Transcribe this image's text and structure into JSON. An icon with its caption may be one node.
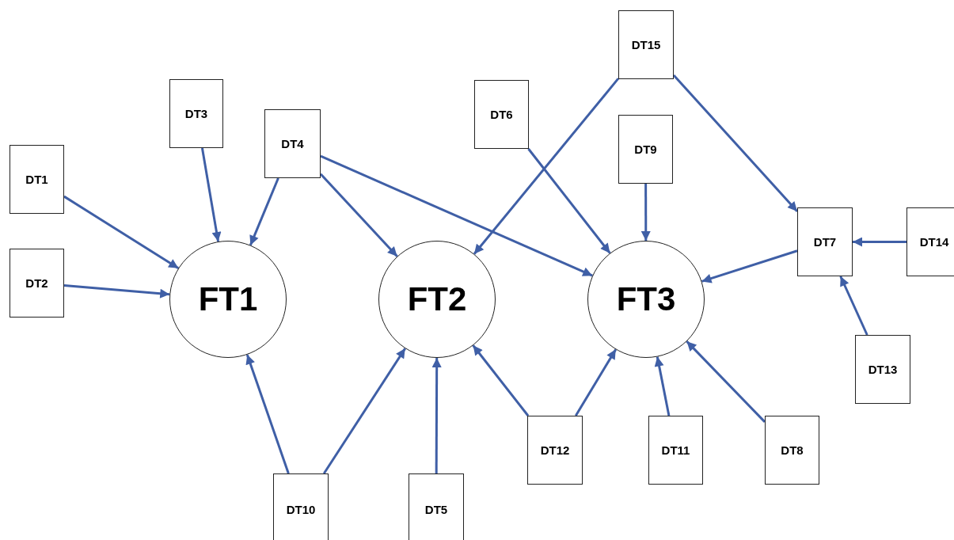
{
  "diagram": {
    "nodes": [
      {
        "text": [
          "FT1"
        ]
      },
      {
        "text": [
          "FT2"
        ]
      },
      {
        "text": [
          "FT3"
        ]
      },
      {
        "text": [
          "DT1"
        ]
      },
      {
        "text": [
          "DT2"
        ]
      },
      {
        "text": [
          "DT3"
        ]
      },
      {
        "text": [
          "DT4"
        ]
      },
      {
        "text": [
          "DT5"
        ]
      },
      {
        "text": [
          "DT6"
        ]
      },
      {
        "text": [
          "DT7"
        ]
      },
      {
        "text": [
          "DT8"
        ]
      },
      {
        "text": [
          "DT9"
        ]
      },
      {
        "text": [
          "DT10"
        ]
      },
      {
        "text": [
          "DT11"
        ]
      },
      {
        "text": [
          "DT12"
        ]
      },
      {
        "text": [
          "DT13"
        ]
      },
      {
        "text": [
          "DT14"
        ]
      },
      {
        "text": [
          "DT15"
        ]
      }
    ],
    "edges": [
      {
        "from": 3,
        "to": 0,
        "arrow": "to"
      },
      {
        "from": 4,
        "to": 0,
        "arrow": "to"
      },
      {
        "from": 5,
        "to": 0,
        "arrow": "to"
      },
      {
        "from": 6,
        "to": 0,
        "arrow": "to"
      },
      {
        "from": 6,
        "to": 1,
        "arrow": "to"
      },
      {
        "from": 6,
        "to": 2,
        "arrow": "to"
      },
      {
        "from": 12,
        "to": 0,
        "arrow": "to"
      },
      {
        "from": 12,
        "to": 1,
        "arrow": "to"
      },
      {
        "from": 7,
        "to": 1,
        "arrow": "to"
      },
      {
        "from": 17,
        "to": 1,
        "arrow": "to"
      },
      {
        "from": 8,
        "to": 2,
        "arrow": "to"
      },
      {
        "from": 11,
        "to": 2,
        "arrow": "to"
      },
      {
        "from": 17,
        "to": 9,
        "arrow": "to"
      },
      {
        "from": 9,
        "to": 2,
        "arrow": "to"
      },
      {
        "from": 16,
        "to": 9,
        "arrow": "to"
      },
      {
        "from": 15,
        "to": 9,
        "arrow": "to"
      },
      {
        "from": 14,
        "to": 1,
        "arrow": "to"
      },
      {
        "from": 14,
        "to": 2,
        "arrow": "to"
      },
      {
        "from": 13,
        "to": 2,
        "arrow": "to"
      },
      {
        "from": 10,
        "to": 2,
        "arrow": "to"
      }
    ]
  }
}
